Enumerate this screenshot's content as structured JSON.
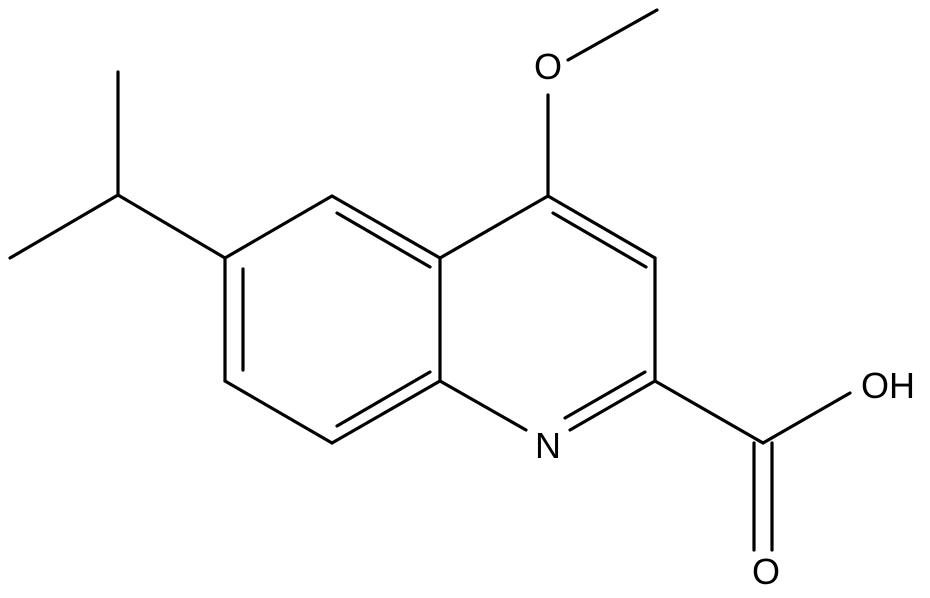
{
  "molecule": {
    "atoms": {
      "oxygen_methoxy": "O",
      "nitrogen_ring": "N",
      "hydroxyl": "OH",
      "oxygen_carbonyl": "O"
    }
  }
}
